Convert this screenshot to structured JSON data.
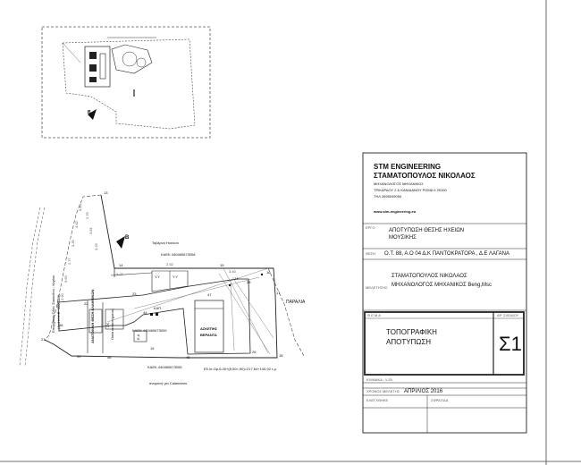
{
  "inset_plan": {
    "north_mark": "B",
    "labels": [
      "",
      ""
    ]
  },
  "site_plan": {
    "north_mark": "B",
    "road_north": "Ταβέρνα Horizon",
    "kaek_top": "ΚΑΕΚ 440480673008",
    "kaek_mid": "ΚΑΕΚ 440480673009",
    "kaek_bottom": "ΚΑΕΚ 440480673005",
    "road_west": "Επαρχιακή Οδός Ζακύνθου - Κερίου",
    "road_west_sub": "(4×4 Κ.Κ.Ε. 4000020)",
    "block_left": "ΑΝΑΤΟΛΙΚΗ ΘΕΣΗ ΕΛΛΗΝΙΚΩΝ",
    "building_center": "Οικία καταστήματος",
    "veranda_label_1": "ΑΣΚΕΠΗΣ",
    "veranda_label_2": "ΒΕΡΑΝΤΑ",
    "paralia": "ΠΑΡΑΛΙΑ",
    "area_note": "Εδ.Ισ.Ορ.6.45+(8,00×,90)=217,64+140,92 τ.μ.",
    "road_south": "αναμονή για Calamaros",
    "dims_left": [
      "0.10",
      "4.62",
      "3.35",
      "2.77",
      "3.60",
      "2.90",
      "2.76",
      "3.81",
      "3.26",
      "3.27",
      "2.52",
      "3.40"
    ],
    "marks": [
      "13",
      "14",
      "15",
      "16",
      "17",
      "18",
      "19",
      "20",
      "21",
      "22",
      "23",
      "24",
      "25",
      "26",
      "44",
      "45",
      "46",
      "47",
      "48"
    ],
    "mini_labels": [
      "Υ.Υ",
      "Υ.Υ",
      "ΣΚ",
      "Ε.Α",
      "ΚΑΠ"
    ]
  },
  "title_block": {
    "company": "STM ENGINEERING",
    "owner": "ΣΤΑΜΑΤΟΠΟΥΛΟΣ ΝΙΚΟΛΑΟΣ",
    "profession": "ΜΗΧΑΝΟΛΟΓΟΣ ΜΗΧΑΝΙΚΟΣ",
    "address": "ΤΡΙΚΑΡΔΟΥ 2 & ΚΑΝΙΔΑΝΟΥ ΡΟΜΑ 9 29100",
    "phone": "ΤΗΛ 2695049094",
    "website": "www.stm-engineering.eu",
    "ergo_label": "ΕΡΓΟ",
    "ergo_line1": "ΑΠΟΤΥΠΩΣΗ ΘΕΣΗΣ ΗΧΕΙΩΝ",
    "ergo_line2": "ΜΟΥΣΙΚΗΣ",
    "thesi_label": "ΘΕΣΗ",
    "thesi_value": "Ο.Τ. 88, Α.Ο 04 Δ.Κ ΠΑΝΤΟΚΡΑΤΟΡΑ , Δ.Ε ΛΑΓΑΝΑ",
    "meletitis_label": "ΜΕΛΕΤΗΤΗΣ",
    "meletitis_name": "ΣΤΑΜΑΤΟΠΟΥΛΟΣ ΝΙΚΟΛΑΟΣ",
    "meletitis_title": "ΜΗΧΑΝΟΛΟΓΟΣ ΜΗΧΑΝΙΚΟΣ Beng,Msc",
    "thema_label": "Θ Ε Μ Α",
    "sheet_label": "ΑΡ. ΣΧΕΔΙΟΥ",
    "thema_line1": "ΤΟΠΟΓΡΑΦΙΚΗ",
    "thema_line2": "ΑΠΟΤΥΠΩΣΗ",
    "sheet_number": "Σ1",
    "scale_label": "ΚΛΙΜΑΚΑ : 1:25",
    "date_label": "ΧΡΟΝΟΣ ΜΕΛΕΤΗΣ",
    "date_value": "ΑΠΡΙΛΙΟΣ 2016",
    "checked_label": "ΕΛΕΓΧΘΗΚΕ",
    "signature_label": "ΣΦΡΑΓΙΔΑ"
  }
}
